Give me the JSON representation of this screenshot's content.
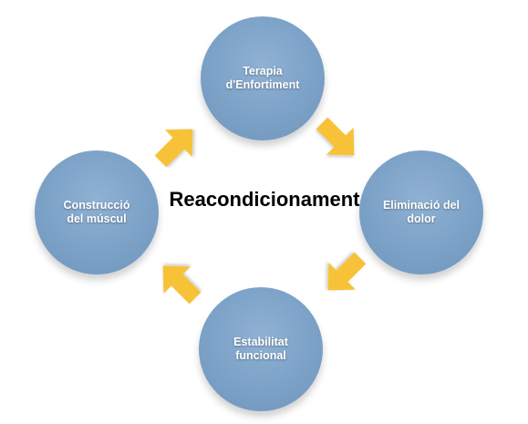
{
  "diagram": {
    "center_label": "Reacondicionament",
    "nodes": [
      {
        "id": "top",
        "label": "Terapia\nd'Enfortiment"
      },
      {
        "id": "right",
        "label": "Eliminació del\ndolor"
      },
      {
        "id": "bottom",
        "label": "Estabilitat\nfuncional"
      },
      {
        "id": "left",
        "label": "Construcció\ndel múscul"
      }
    ],
    "colors": {
      "node": "#7aa0c6",
      "arrow": "#f7c237",
      "text": "#ffffff"
    }
  }
}
